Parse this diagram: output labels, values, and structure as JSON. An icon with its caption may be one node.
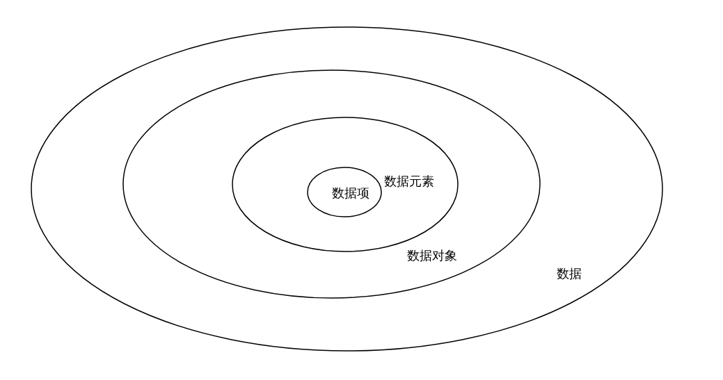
{
  "diagram": {
    "nodes": [
      {
        "text": [
          "数据"
        ]
      },
      {
        "text": [
          "数据对象"
        ],
        "in": 0
      },
      {
        "text": [
          "数据元素"
        ],
        "in": 1
      },
      {
        "text": [
          "数据项"
        ],
        "in": 2
      }
    ]
  }
}
